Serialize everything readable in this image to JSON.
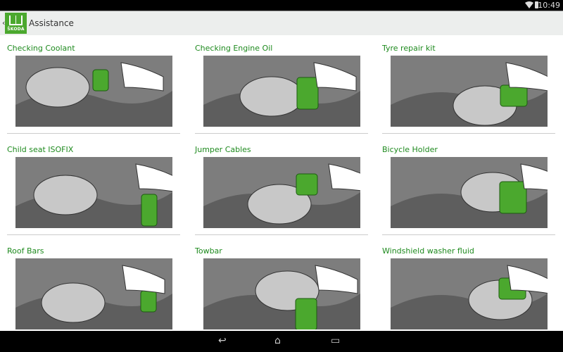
{
  "status": {
    "time": "10:49",
    "icons": [
      "wifi-icon",
      "battery-icon"
    ]
  },
  "appbar": {
    "title": "Assistance",
    "logo_text": "ŠKODA"
  },
  "cards": [
    {
      "title": "Checking Coolant"
    },
    {
      "title": "Checking Engine Oil"
    },
    {
      "title": "Tyre repair kit"
    },
    {
      "title": "Child seat ISOFIX"
    },
    {
      "title": "Jumper Cables"
    },
    {
      "title": "Bicycle Holder"
    },
    {
      "title": "Roof Bars"
    },
    {
      "title": "Towbar"
    },
    {
      "title": "Windshield washer fluid"
    }
  ],
  "colors": {
    "accent": "#4ba82e",
    "title": "#1e8a1e"
  }
}
